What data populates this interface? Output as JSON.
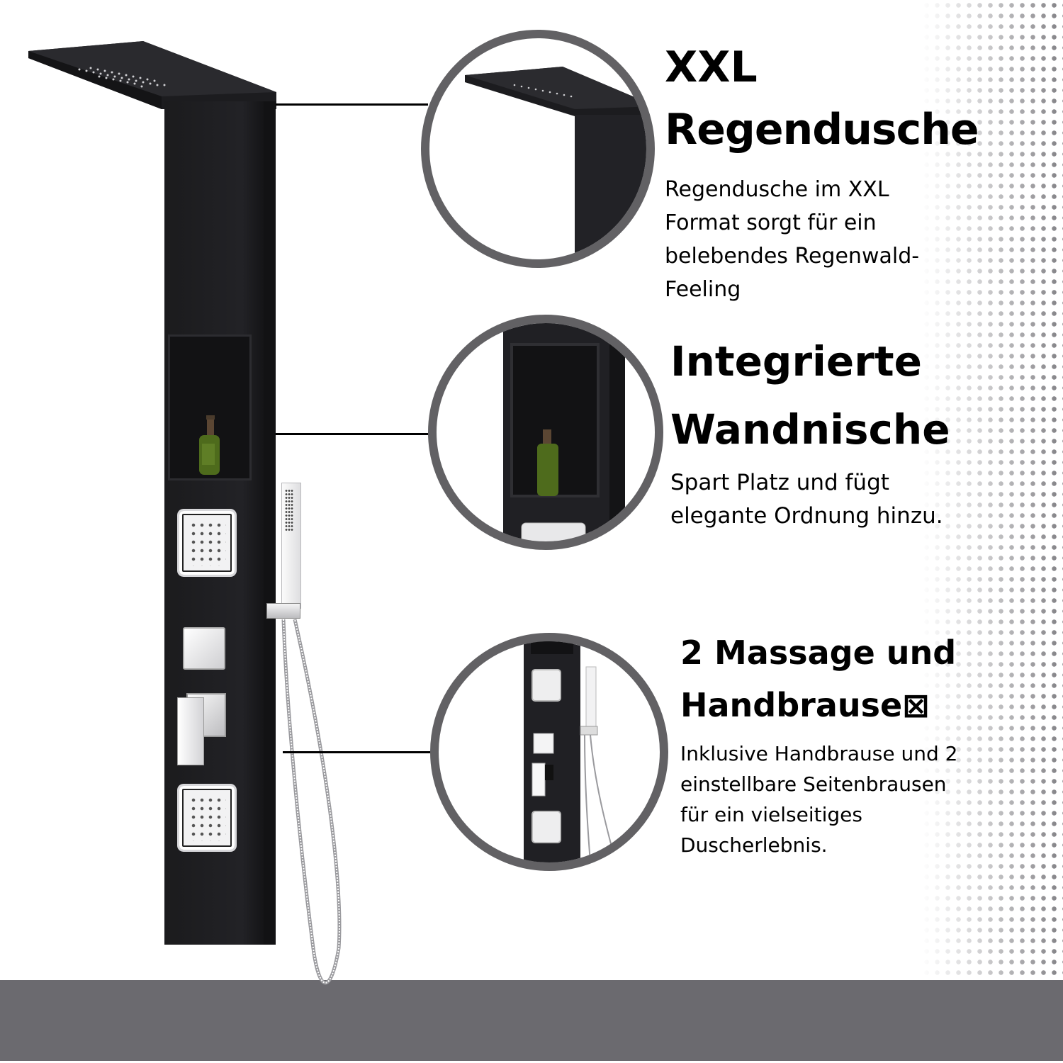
{
  "features": [
    {
      "title_line1": "XXL",
      "title_line2": "Regendusche",
      "description_lines": [
        "Regendusche im XXL",
        "Format sorgt für ein",
        "belebendes Regenwald-",
        "Feeling"
      ]
    },
    {
      "title_line1": "Integrierte",
      "title_line2": "Wandnische",
      "description_lines": [
        "Spart Platz und fügt",
        "elegante Ordnung hinzu."
      ]
    },
    {
      "title_line1": "2 Massage und",
      "title_line2": "Handbrause⊠",
      "description_lines": [
        "Inklusive Handbrause und 2",
        "einstellbare Seitenbrausen",
        "für ein vielseitiges",
        "Duscherlebnis."
      ]
    }
  ],
  "colors": {
    "panel": "#1b1b1d",
    "ring": "#626164",
    "floor": "#6b6a6f",
    "bottle": "#4e6b1c",
    "text": "#000000"
  },
  "product": {
    "components": [
      "rain-shower-head",
      "wall-niche",
      "massage-jet-upper",
      "diverter",
      "mixer-lever",
      "massage-jet-lower",
      "hand-shower",
      "shower-hose"
    ]
  }
}
